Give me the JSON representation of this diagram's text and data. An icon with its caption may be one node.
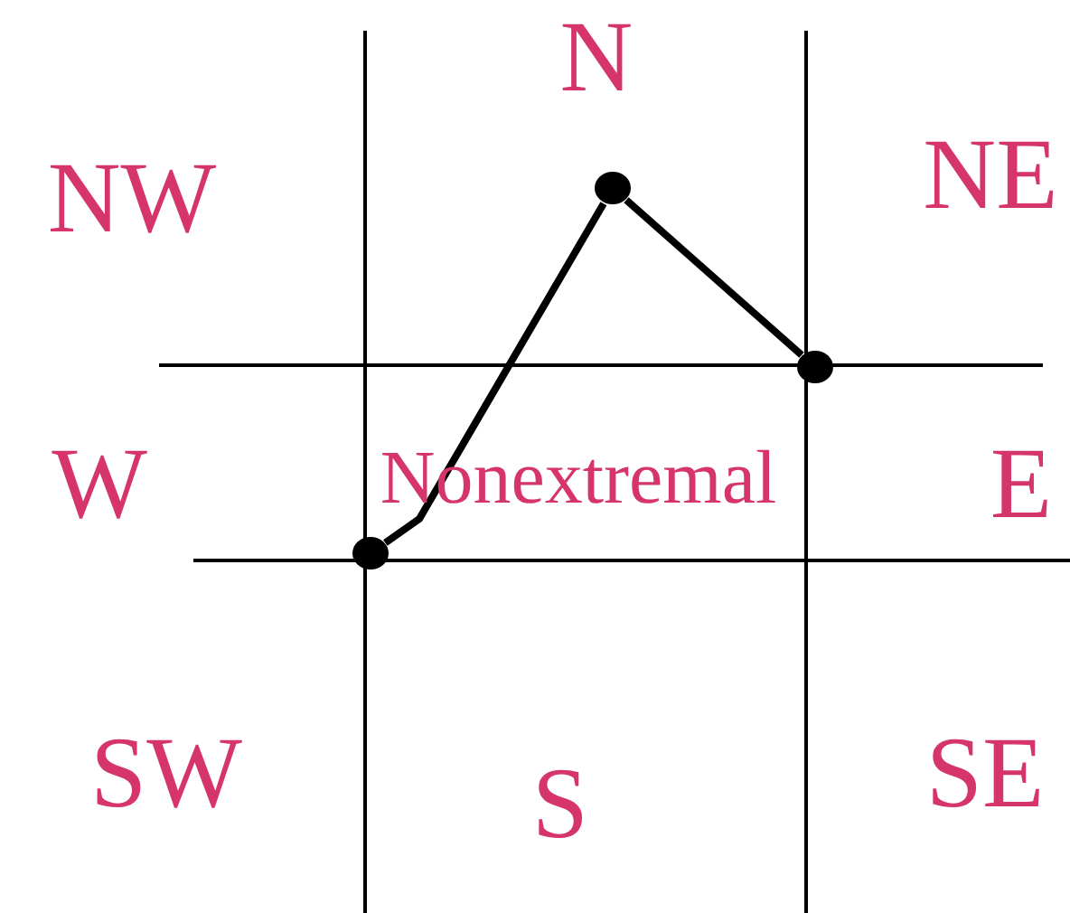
{
  "diagram": {
    "nodes": [
      {
        "text": [],
        "shape": "circle"
      },
      {
        "text": [],
        "shape": "circle"
      },
      {
        "text": [],
        "shape": "circle"
      }
    ],
    "edges": [
      {
        "from": 0,
        "to": 1,
        "arrow": "none"
      },
      {
        "from": 1,
        "to": 2,
        "arrow": "none"
      }
    ],
    "labels": [
      "N",
      "NW",
      "NE",
      "W",
      "Nonextremal",
      "E",
      "SW",
      "S",
      "SE"
    ]
  }
}
